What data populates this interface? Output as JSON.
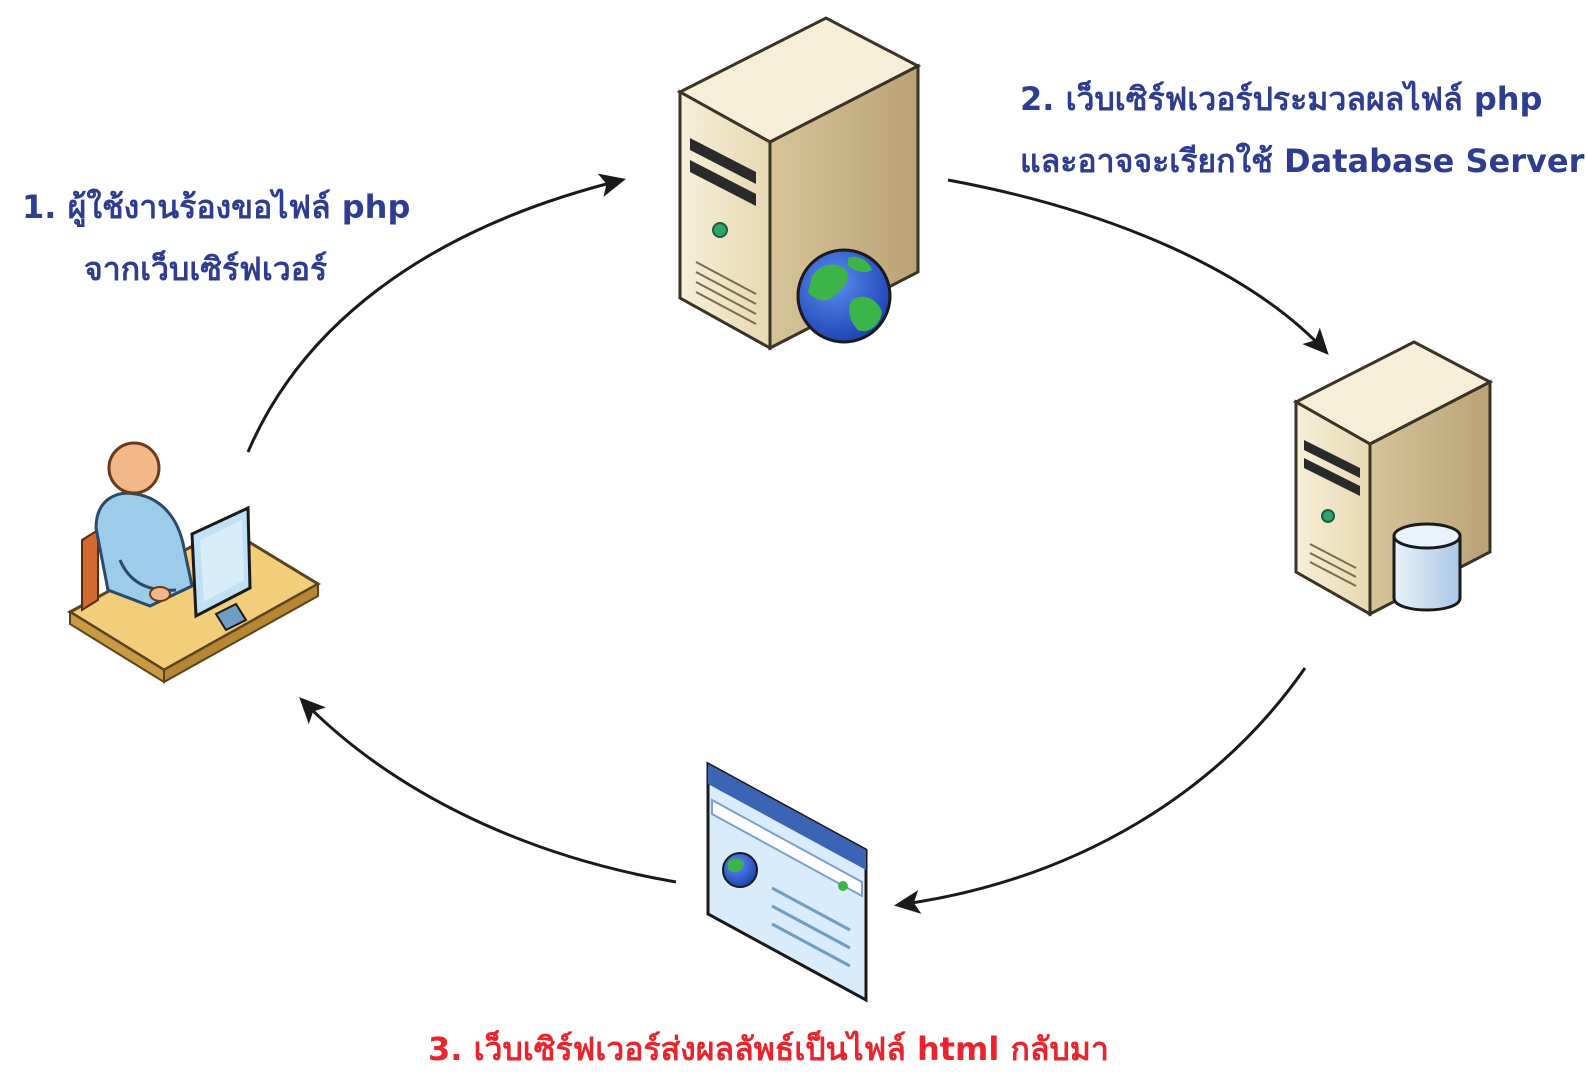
{
  "colors": {
    "step_text": "#2e3d8f",
    "result_text": "#e8242d",
    "arrow": "#1a1a1a",
    "server_body": "#efe3c6",
    "server_shadow": "#c2ad82",
    "globe_ocean": "#2456d4",
    "globe_land": "#3bb54a",
    "database": "#cfe2f3",
    "person_shirt": "#9dcbea",
    "person_skin": "#f2b889",
    "desk": "#f0c66e",
    "browser_frame": "#3c64b4"
  },
  "icons": {
    "user": "user-at-computer-icon",
    "web_server": "web-server-icon",
    "database_server": "database-server-icon",
    "html_page": "web-page-icon"
  },
  "steps": {
    "step1": {
      "line1": "1. ผู้ใช้งานร้องขอไฟล์ php",
      "line2": "จากเว็บเซิร์ฟเวอร์"
    },
    "step2": {
      "line1": "2. เว็บเซิร์ฟเวอร์ประมวลผลไฟล์ php",
      "line2": "และอาจจะเรียกใช้ Database Server"
    },
    "step3": {
      "line1": "3. เว็บเซิร์ฟเวอร์ส่งผลลัพธ์เป็นไฟล์ html กลับมา"
    }
  }
}
